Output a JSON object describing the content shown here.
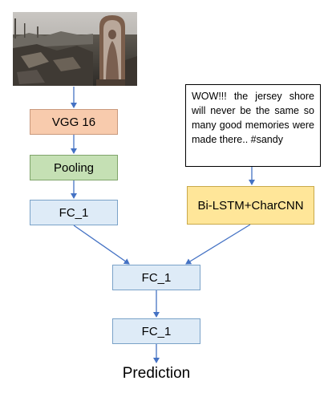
{
  "nodes": {
    "vgg": "VGG 16",
    "pooling": "Pooling",
    "fc_left": "FC_1",
    "bilstm": "Bi-LSTM+CharCNN",
    "fc_merge": "FC_1",
    "fc_final": "FC_1",
    "prediction": "Prediction"
  },
  "tweet_text": "WOW!!! the jersey shore will never be the same so many good memories were made there.. #sandy",
  "photo_icon": "disaster-scene-photo",
  "colors": {
    "vgg": "#f8cbad",
    "pooling": "#c5e0b4",
    "fc": "#deebf7",
    "bilstm": "#ffe699",
    "arrow": "#4472c4"
  }
}
